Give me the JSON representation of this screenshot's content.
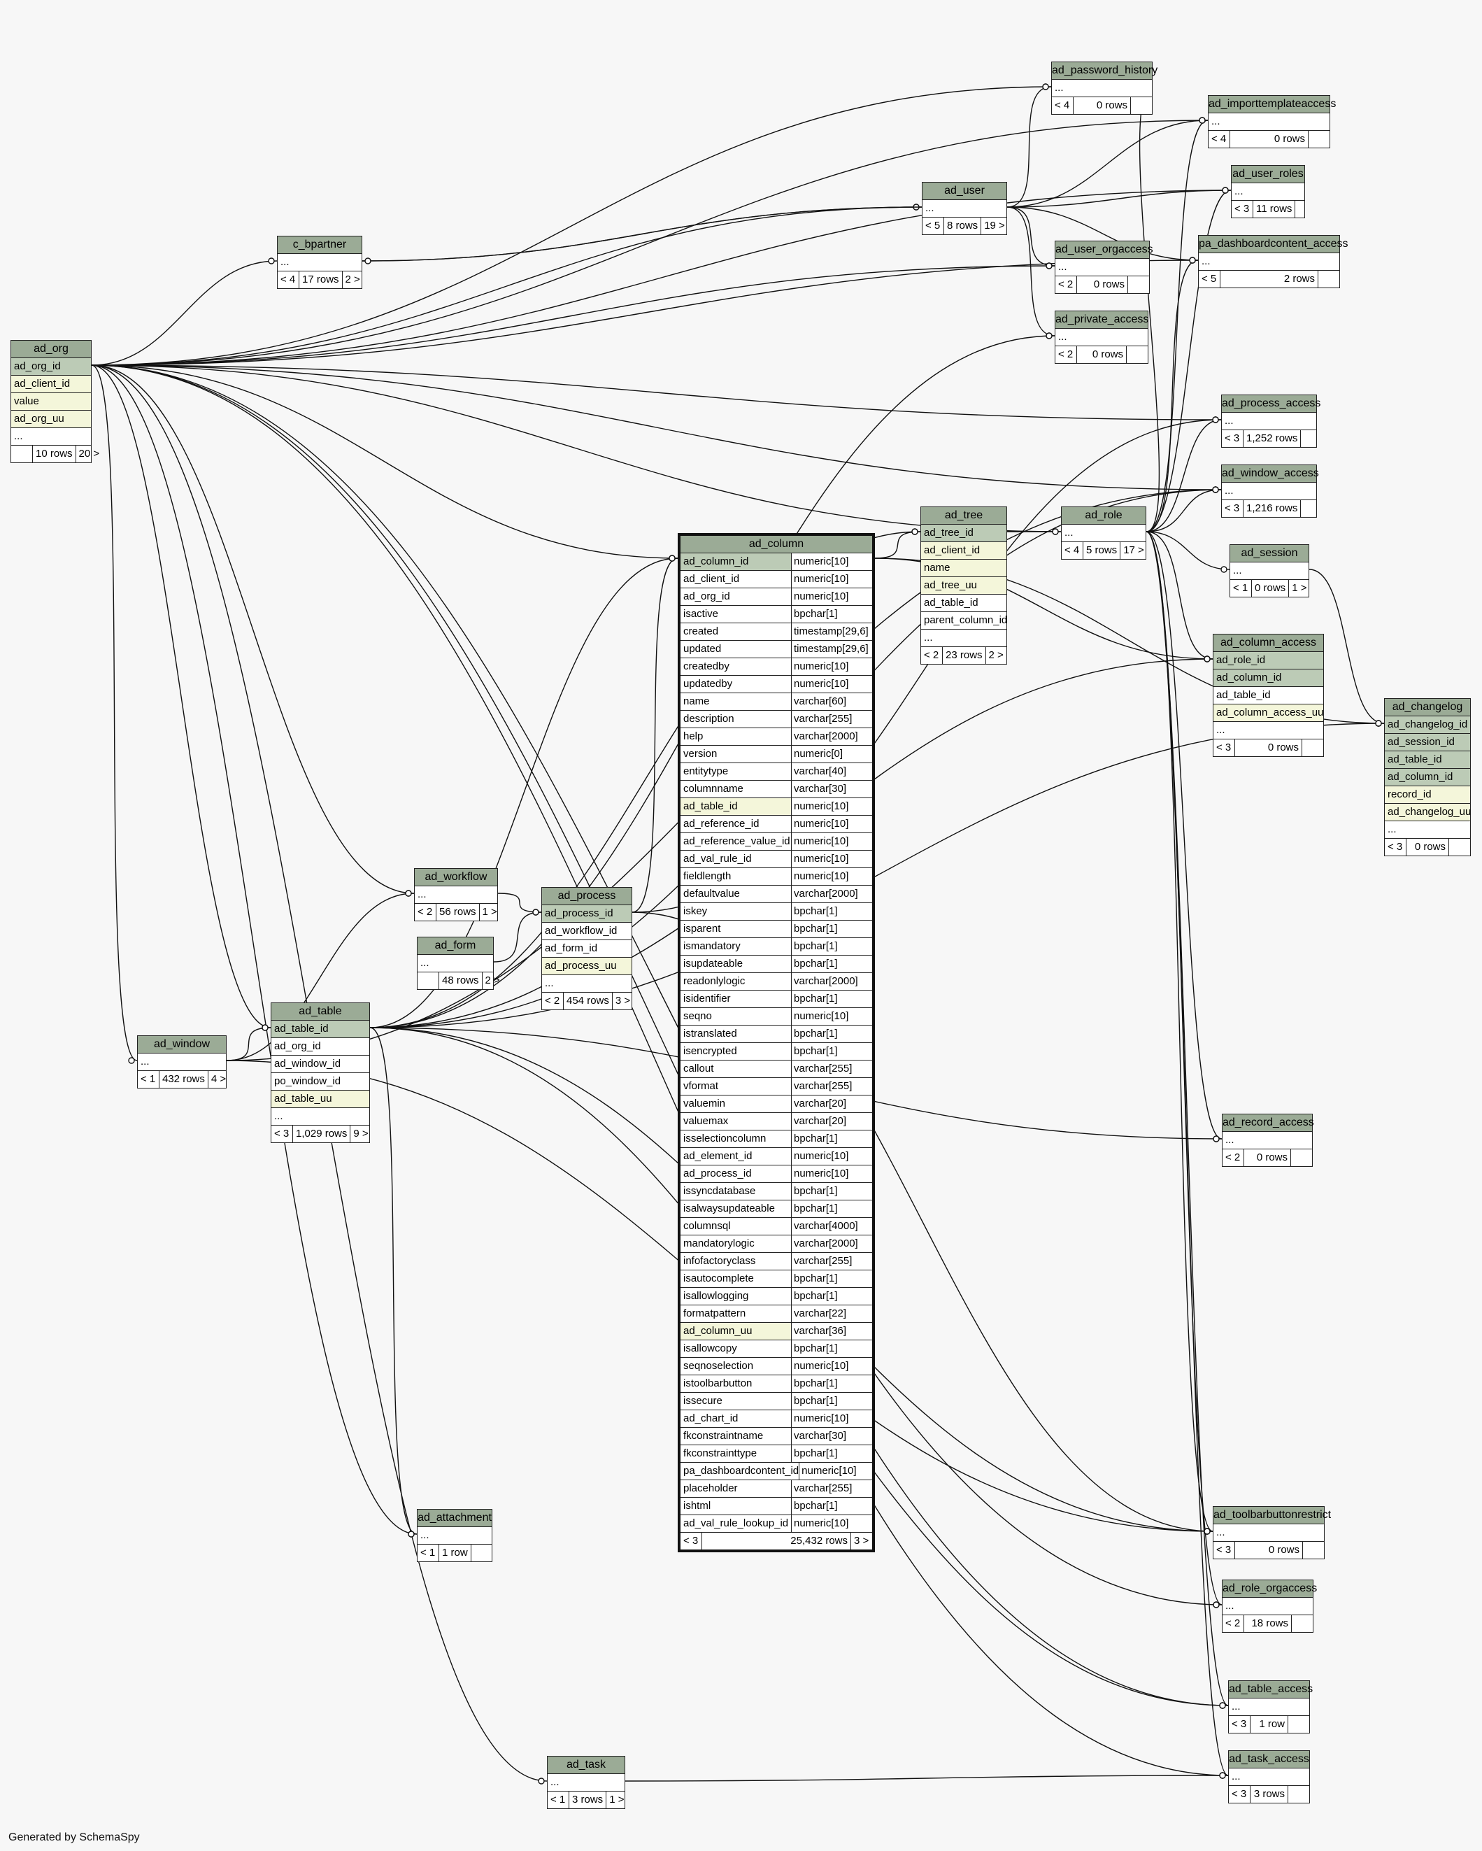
{
  "footer": "Generated by SchemaSpy",
  "tables": [
    {
      "id": "ad_org",
      "name": "ad_org",
      "columns": [
        {
          "name": "ad_org_id",
          "kind": "pk"
        },
        {
          "name": "ad_client_id",
          "kind": "idx"
        },
        {
          "name": "value",
          "kind": "idx"
        },
        {
          "name": "ad_org_uu",
          "kind": "idx"
        },
        {
          "name": "...",
          "kind": "plain"
        }
      ],
      "stats": [
        "",
        "10 rows",
        "20 >"
      ]
    },
    {
      "id": "c_bpartner",
      "name": "c_bpartner",
      "columns": [
        {
          "name": "...",
          "kind": "plain"
        }
      ],
      "stats": [
        "< 4",
        "17 rows",
        "2 >"
      ]
    },
    {
      "id": "ad_user",
      "name": "ad_user",
      "columns": [
        {
          "name": "...",
          "kind": "plain"
        }
      ],
      "stats": [
        "< 5",
        "8 rows",
        "19 >"
      ]
    },
    {
      "id": "ad_password_history",
      "name": "ad_password_history",
      "columns": [
        {
          "name": "...",
          "kind": "plain"
        }
      ],
      "stats": [
        "< 4",
        "0 rows",
        ""
      ]
    },
    {
      "id": "ad_importtemplateaccess",
      "name": "ad_importtemplateaccess",
      "columns": [
        {
          "name": "...",
          "kind": "plain"
        }
      ],
      "stats": [
        "< 4",
        "0 rows",
        ""
      ]
    },
    {
      "id": "ad_user_roles",
      "name": "ad_user_roles",
      "columns": [
        {
          "name": "...",
          "kind": "plain"
        }
      ],
      "stats": [
        "< 3",
        "11 rows",
        ""
      ]
    },
    {
      "id": "pa_dashboardcontent_access",
      "name": "pa_dashboardcontent_access",
      "columns": [
        {
          "name": "...",
          "kind": "plain"
        }
      ],
      "stats": [
        "< 5",
        "2 rows",
        ""
      ]
    },
    {
      "id": "ad_user_orgaccess",
      "name": "ad_user_orgaccess",
      "columns": [
        {
          "name": "...",
          "kind": "plain"
        }
      ],
      "stats": [
        "< 2",
        "0 rows",
        ""
      ]
    },
    {
      "id": "ad_private_access",
      "name": "ad_private_access",
      "columns": [
        {
          "name": "...",
          "kind": "plain"
        }
      ],
      "stats": [
        "< 2",
        "0 rows",
        ""
      ]
    },
    {
      "id": "ad_process_access",
      "name": "ad_process_access",
      "columns": [
        {
          "name": "...",
          "kind": "plain"
        }
      ],
      "stats": [
        "< 3",
        "1,252 rows",
        ""
      ]
    },
    {
      "id": "ad_window_access",
      "name": "ad_window_access",
      "columns": [
        {
          "name": "...",
          "kind": "plain"
        }
      ],
      "stats": [
        "< 3",
        "1,216 rows",
        ""
      ]
    },
    {
      "id": "ad_tree",
      "name": "ad_tree",
      "columns": [
        {
          "name": "ad_tree_id",
          "kind": "pk"
        },
        {
          "name": "ad_client_id",
          "kind": "idx"
        },
        {
          "name": "name",
          "kind": "idx"
        },
        {
          "name": "ad_tree_uu",
          "kind": "idx"
        },
        {
          "name": "ad_table_id",
          "kind": "plain"
        },
        {
          "name": "parent_column_id",
          "kind": "plain"
        },
        {
          "name": "...",
          "kind": "plain"
        }
      ],
      "stats": [
        "< 2",
        "23 rows",
        "2 >"
      ]
    },
    {
      "id": "ad_role",
      "name": "ad_role",
      "columns": [
        {
          "name": "...",
          "kind": "plain"
        }
      ],
      "stats": [
        "< 4",
        "5 rows",
        "17 >"
      ]
    },
    {
      "id": "ad_session",
      "name": "ad_session",
      "columns": [
        {
          "name": "...",
          "kind": "plain"
        }
      ],
      "stats": [
        "< 1",
        "0 rows",
        "1 >"
      ]
    },
    {
      "id": "ad_column_access",
      "name": "ad_column_access",
      "columns": [
        {
          "name": "ad_role_id",
          "kind": "pk"
        },
        {
          "name": "ad_column_id",
          "kind": "pk"
        },
        {
          "name": "ad_table_id",
          "kind": "plain"
        },
        {
          "name": "ad_column_access_uu",
          "kind": "idx"
        },
        {
          "name": "...",
          "kind": "plain"
        }
      ],
      "stats": [
        "< 3",
        "0 rows",
        ""
      ]
    },
    {
      "id": "ad_changelog",
      "name": "ad_changelog",
      "columns": [
        {
          "name": "ad_changelog_id",
          "kind": "pk"
        },
        {
          "name": "ad_session_id",
          "kind": "pk"
        },
        {
          "name": "ad_table_id",
          "kind": "pk"
        },
        {
          "name": "ad_column_id",
          "kind": "pk"
        },
        {
          "name": "record_id",
          "kind": "idx"
        },
        {
          "name": "ad_changelog_uu",
          "kind": "idx"
        },
        {
          "name": "...",
          "kind": "plain"
        }
      ],
      "stats": [
        "< 3",
        "0 rows",
        ""
      ]
    },
    {
      "id": "ad_column",
      "name": "ad_column",
      "focus": true,
      "columns": [
        {
          "name": "ad_column_id",
          "type": "numeric[10]",
          "kind": "pk"
        },
        {
          "name": "ad_client_id",
          "type": "numeric[10]",
          "kind": "plain"
        },
        {
          "name": "ad_org_id",
          "type": "numeric[10]",
          "kind": "plain"
        },
        {
          "name": "isactive",
          "type": "bpchar[1]",
          "kind": "plain"
        },
        {
          "name": "created",
          "type": "timestamp[29,6]",
          "kind": "plain"
        },
        {
          "name": "updated",
          "type": "timestamp[29,6]",
          "kind": "plain"
        },
        {
          "name": "createdby",
          "type": "numeric[10]",
          "kind": "plain"
        },
        {
          "name": "updatedby",
          "type": "numeric[10]",
          "kind": "plain"
        },
        {
          "name": "name",
          "type": "varchar[60]",
          "kind": "plain"
        },
        {
          "name": "description",
          "type": "varchar[255]",
          "kind": "plain"
        },
        {
          "name": "help",
          "type": "varchar[2000]",
          "kind": "plain"
        },
        {
          "name": "version",
          "type": "numeric[0]",
          "kind": "plain"
        },
        {
          "name": "entitytype",
          "type": "varchar[40]",
          "kind": "plain"
        },
        {
          "name": "columnname",
          "type": "varchar[30]",
          "kind": "plain"
        },
        {
          "name": "ad_table_id",
          "type": "numeric[10]",
          "kind": "idx"
        },
        {
          "name": "ad_reference_id",
          "type": "numeric[10]",
          "kind": "plain"
        },
        {
          "name": "ad_reference_value_id",
          "type": "numeric[10]",
          "kind": "plain"
        },
        {
          "name": "ad_val_rule_id",
          "type": "numeric[10]",
          "kind": "plain"
        },
        {
          "name": "fieldlength",
          "type": "numeric[10]",
          "kind": "plain"
        },
        {
          "name": "defaultvalue",
          "type": "varchar[2000]",
          "kind": "plain"
        },
        {
          "name": "iskey",
          "type": "bpchar[1]",
          "kind": "plain"
        },
        {
          "name": "isparent",
          "type": "bpchar[1]",
          "kind": "plain"
        },
        {
          "name": "ismandatory",
          "type": "bpchar[1]",
          "kind": "plain"
        },
        {
          "name": "isupdateable",
          "type": "bpchar[1]",
          "kind": "plain"
        },
        {
          "name": "readonlylogic",
          "type": "varchar[2000]",
          "kind": "plain"
        },
        {
          "name": "isidentifier",
          "type": "bpchar[1]",
          "kind": "plain"
        },
        {
          "name": "seqno",
          "type": "numeric[10]",
          "kind": "plain"
        },
        {
          "name": "istranslated",
          "type": "bpchar[1]",
          "kind": "plain"
        },
        {
          "name": "isencrypted",
          "type": "bpchar[1]",
          "kind": "plain"
        },
        {
          "name": "callout",
          "type": "varchar[255]",
          "kind": "plain"
        },
        {
          "name": "vformat",
          "type": "varchar[255]",
          "kind": "plain"
        },
        {
          "name": "valuemin",
          "type": "varchar[20]",
          "kind": "plain"
        },
        {
          "name": "valuemax",
          "type": "varchar[20]",
          "kind": "plain"
        },
        {
          "name": "isselectioncolumn",
          "type": "bpchar[1]",
          "kind": "plain"
        },
        {
          "name": "ad_element_id",
          "type": "numeric[10]",
          "kind": "plain"
        },
        {
          "name": "ad_process_id",
          "type": "numeric[10]",
          "kind": "plain"
        },
        {
          "name": "issyncdatabase",
          "type": "bpchar[1]",
          "kind": "plain"
        },
        {
          "name": "isalwaysupdateable",
          "type": "bpchar[1]",
          "kind": "plain"
        },
        {
          "name": "columnsql",
          "type": "varchar[4000]",
          "kind": "plain"
        },
        {
          "name": "mandatorylogic",
          "type": "varchar[2000]",
          "kind": "plain"
        },
        {
          "name": "infofactoryclass",
          "type": "varchar[255]",
          "kind": "plain"
        },
        {
          "name": "isautocomplete",
          "type": "bpchar[1]",
          "kind": "plain"
        },
        {
          "name": "isallowlogging",
          "type": "bpchar[1]",
          "kind": "plain"
        },
        {
          "name": "formatpattern",
          "type": "varchar[22]",
          "kind": "plain"
        },
        {
          "name": "ad_column_uu",
          "type": "varchar[36]",
          "kind": "idx"
        },
        {
          "name": "isallowcopy",
          "type": "bpchar[1]",
          "kind": "plain"
        },
        {
          "name": "seqnoselection",
          "type": "numeric[10]",
          "kind": "plain"
        },
        {
          "name": "istoolbarbutton",
          "type": "bpchar[1]",
          "kind": "plain"
        },
        {
          "name": "issecure",
          "type": "bpchar[1]",
          "kind": "plain"
        },
        {
          "name": "ad_chart_id",
          "type": "numeric[10]",
          "kind": "plain"
        },
        {
          "name": "fkconstraintname",
          "type": "varchar[30]",
          "kind": "plain"
        },
        {
          "name": "fkconstrainttype",
          "type": "bpchar[1]",
          "kind": "plain"
        },
        {
          "name": "pa_dashboardcontent_id",
          "type": "numeric[10]",
          "kind": "plain"
        },
        {
          "name": "placeholder",
          "type": "varchar[255]",
          "kind": "plain"
        },
        {
          "name": "ishtml",
          "type": "bpchar[1]",
          "kind": "plain"
        },
        {
          "name": "ad_val_rule_lookup_id",
          "type": "numeric[10]",
          "kind": "plain"
        }
      ],
      "stats": [
        "< 3",
        "25,432 rows",
        "3 >"
      ]
    },
    {
      "id": "ad_workflow",
      "name": "ad_workflow",
      "columns": [
        {
          "name": "...",
          "kind": "plain"
        }
      ],
      "stats": [
        "< 2",
        "56 rows",
        "1 >"
      ]
    },
    {
      "id": "ad_form",
      "name": "ad_form",
      "columns": [
        {
          "name": "...",
          "kind": "plain"
        }
      ],
      "stats": [
        "",
        "48 rows",
        "2 >"
      ]
    },
    {
      "id": "ad_process",
      "name": "ad_process",
      "columns": [
        {
          "name": "ad_process_id",
          "kind": "pk"
        },
        {
          "name": "ad_workflow_id",
          "kind": "plain"
        },
        {
          "name": "ad_form_id",
          "kind": "plain"
        },
        {
          "name": "ad_process_uu",
          "kind": "idx"
        },
        {
          "name": "...",
          "kind": "plain"
        }
      ],
      "stats": [
        "< 2",
        "454 rows",
        "3 >"
      ]
    },
    {
      "id": "ad_table",
      "name": "ad_table",
      "columns": [
        {
          "name": "ad_table_id",
          "kind": "pk"
        },
        {
          "name": "ad_org_id",
          "kind": "plain"
        },
        {
          "name": "ad_window_id",
          "kind": "plain"
        },
        {
          "name": "po_window_id",
          "kind": "plain"
        },
        {
          "name": "ad_table_uu",
          "kind": "idx"
        },
        {
          "name": "...",
          "kind": "plain"
        }
      ],
      "stats": [
        "< 3",
        "1,029 rows",
        "9 >"
      ]
    },
    {
      "id": "ad_window",
      "name": "ad_window",
      "columns": [
        {
          "name": "...",
          "kind": "plain"
        }
      ],
      "stats": [
        "< 1",
        "432 rows",
        "4 >"
      ]
    },
    {
      "id": "ad_record_access",
      "name": "ad_record_access",
      "columns": [
        {
          "name": "...",
          "kind": "plain"
        }
      ],
      "stats": [
        "< 2",
        "0 rows",
        ""
      ]
    },
    {
      "id": "ad_attachment",
      "name": "ad_attachment",
      "columns": [
        {
          "name": "...",
          "kind": "plain"
        }
      ],
      "stats": [
        "< 1",
        "1 row",
        ""
      ]
    },
    {
      "id": "ad_toolbarbuttonrestrict",
      "name": "ad_toolbarbuttonrestrict",
      "columns": [
        {
          "name": "...",
          "kind": "plain"
        }
      ],
      "stats": [
        "< 3",
        "0 rows",
        ""
      ]
    },
    {
      "id": "ad_role_orgaccess",
      "name": "ad_role_orgaccess",
      "columns": [
        {
          "name": "...",
          "kind": "plain"
        }
      ],
      "stats": [
        "< 2",
        "18 rows",
        ""
      ]
    },
    {
      "id": "ad_table_access",
      "name": "ad_table_access",
      "columns": [
        {
          "name": "...",
          "kind": "plain"
        }
      ],
      "stats": [
        "< 3",
        "1 row",
        ""
      ]
    },
    {
      "id": "ad_task",
      "name": "ad_task",
      "columns": [
        {
          "name": "...",
          "kind": "plain"
        }
      ],
      "stats": [
        "< 1",
        "3 rows",
        "1 >"
      ]
    },
    {
      "id": "ad_task_access",
      "name": "ad_task_access",
      "columns": [
        {
          "name": "...",
          "kind": "plain"
        }
      ],
      "stats": [
        "< 3",
        "3 rows",
        ""
      ]
    }
  ],
  "relationships": [
    [
      "ad_org",
      "c_bpartner"
    ],
    [
      "ad_org",
      "ad_user"
    ],
    [
      "ad_org",
      "ad_password_history"
    ],
    [
      "ad_org",
      "ad_importtemplateaccess"
    ],
    [
      "ad_org",
      "ad_user_roles"
    ],
    [
      "ad_org",
      "pa_dashboardcontent_access"
    ],
    [
      "ad_org",
      "ad_user_orgaccess"
    ],
    [
      "ad_org",
      "ad_process_access"
    ],
    [
      "ad_org",
      "ad_window_access"
    ],
    [
      "ad_org",
      "ad_role"
    ],
    [
      "ad_org",
      "ad_column"
    ],
    [
      "ad_org",
      "ad_workflow"
    ],
    [
      "ad_org",
      "ad_table"
    ],
    [
      "ad_org",
      "ad_window"
    ],
    [
      "ad_org",
      "ad_attachment"
    ],
    [
      "ad_org",
      "ad_table_access"
    ],
    [
      "ad_org",
      "ad_task"
    ],
    [
      "ad_org",
      "ad_task_access"
    ],
    [
      "c_bpartner",
      "ad_user"
    ],
    [
      "ad_user",
      "ad_password_history"
    ],
    [
      "ad_user",
      "ad_importtemplateaccess"
    ],
    [
      "ad_user",
      "ad_user_roles"
    ],
    [
      "ad_user",
      "pa_dashboardcontent_access"
    ],
    [
      "ad_user",
      "ad_user_orgaccess"
    ],
    [
      "ad_user",
      "ad_private_access"
    ],
    [
      "ad_user",
      "c_bpartner"
    ],
    [
      "ad_tree",
      "ad_role"
    ],
    [
      "ad_role",
      "ad_importtemplateaccess"
    ],
    [
      "ad_role",
      "ad_user_roles"
    ],
    [
      "ad_role",
      "pa_dashboardcontent_access"
    ],
    [
      "ad_role",
      "ad_process_access"
    ],
    [
      "ad_role",
      "ad_window_access"
    ],
    [
      "ad_role",
      "ad_session"
    ],
    [
      "ad_role",
      "ad_column_access"
    ],
    [
      "ad_role",
      "ad_record_access"
    ],
    [
      "ad_role",
      "ad_toolbarbuttonrestrict"
    ],
    [
      "ad_role",
      "ad_role_orgaccess"
    ],
    [
      "ad_role",
      "ad_table_access"
    ],
    [
      "ad_role",
      "ad_task_access"
    ],
    [
      "ad_role",
      "ad_password_history"
    ],
    [
      "ad_session",
      "ad_changelog"
    ],
    [
      "ad_column",
      "ad_tree"
    ],
    [
      "ad_column",
      "ad_column_access"
    ],
    [
      "ad_column",
      "ad_changelog"
    ],
    [
      "ad_workflow",
      "ad_process"
    ],
    [
      "ad_form",
      "ad_process"
    ],
    [
      "ad_process",
      "ad_column"
    ],
    [
      "ad_process",
      "ad_process_access"
    ],
    [
      "ad_process",
      "ad_toolbarbuttonrestrict"
    ],
    [
      "ad_table",
      "ad_column"
    ],
    [
      "ad_table",
      "ad_tree"
    ],
    [
      "ad_table",
      "ad_column_access"
    ],
    [
      "ad_table",
      "ad_changelog"
    ],
    [
      "ad_table",
      "ad_record_access"
    ],
    [
      "ad_table",
      "ad_attachment"
    ],
    [
      "ad_table",
      "ad_toolbarbuttonrestrict"
    ],
    [
      "ad_table",
      "ad_table_access"
    ],
    [
      "ad_table",
      "ad_private_access"
    ],
    [
      "ad_table",
      "ad_window_access"
    ],
    [
      "ad_window",
      "ad_table"
    ],
    [
      "ad_window",
      "ad_window_access"
    ],
    [
      "ad_window",
      "ad_toolbarbuttonrestrict"
    ],
    [
      "ad_window",
      "ad_workflow"
    ],
    [
      "ad_task",
      "ad_task_access"
    ],
    [
      "ad_org",
      "ad_role_orgaccess"
    ]
  ]
}
